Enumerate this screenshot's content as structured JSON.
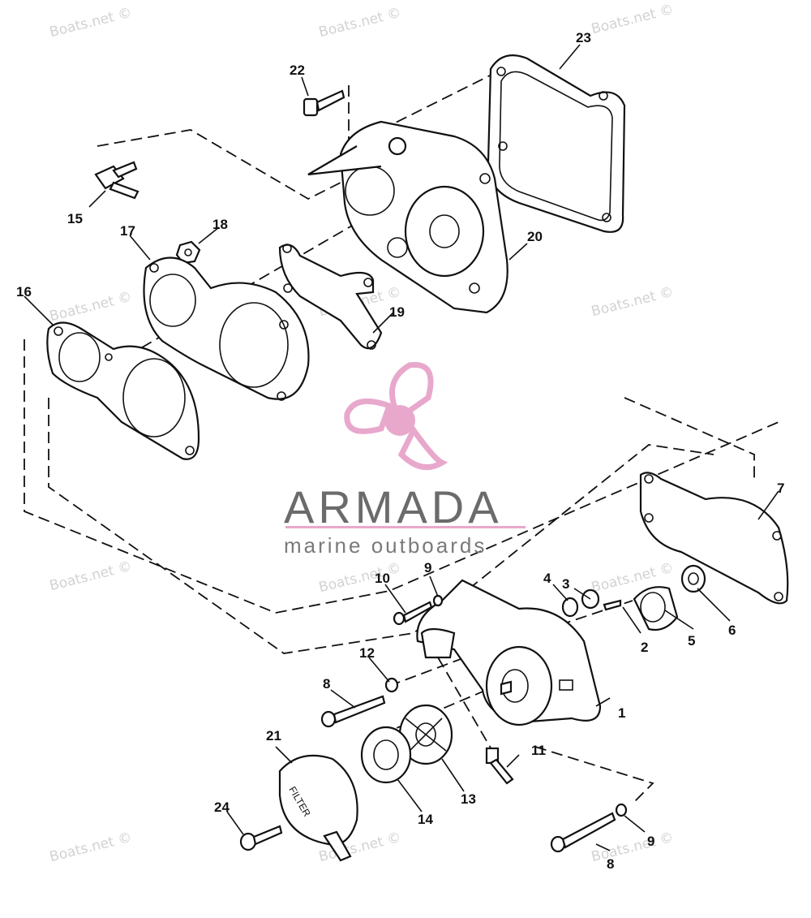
{
  "watermark_text": "Boats.net ©",
  "logo": {
    "title": "ARMADA",
    "subtitle": "marine outboards",
    "color_accent": "#e8a8cc",
    "color_text": "#6b6b6b"
  },
  "part_labels": [
    "1",
    "2",
    "3",
    "4",
    "5",
    "6",
    "7",
    "8",
    "9",
    "10",
    "11",
    "12",
    "13",
    "14",
    "15",
    "16",
    "17",
    "18",
    "19",
    "20",
    "21",
    "22",
    "23",
    "24",
    "8",
    "9"
  ],
  "filter_cap_text": "FILTER"
}
